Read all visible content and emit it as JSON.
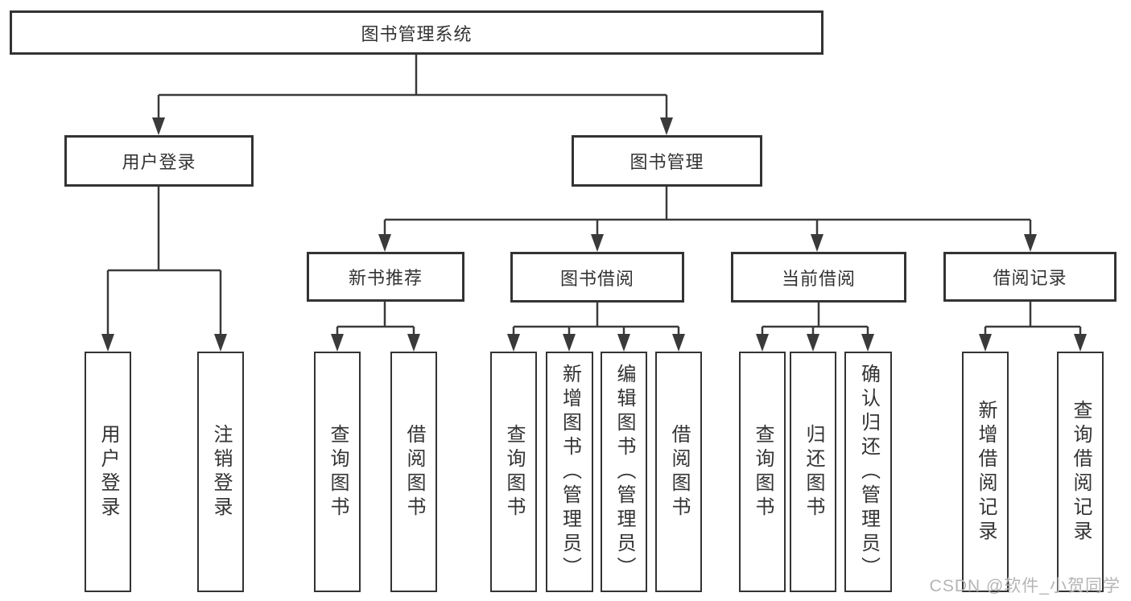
{
  "diagram": {
    "root": {
      "label": "图书管理系统"
    },
    "branches": [
      {
        "label": "用户登录",
        "children": [
          {
            "label": "用户登录"
          },
          {
            "label": "注销登录"
          }
        ]
      },
      {
        "label": "图书管理",
        "children": [
          {
            "label": "新书推荐",
            "children": [
              {
                "label": "查询图书"
              },
              {
                "label": "借阅图书"
              }
            ]
          },
          {
            "label": "图书借阅",
            "children": [
              {
                "label": "查询图书"
              },
              {
                "label": "新增图书（管理员）"
              },
              {
                "label": "编辑图书（管理员）"
              },
              {
                "label": "借阅图书"
              }
            ]
          },
          {
            "label": "当前借阅",
            "children": [
              {
                "label": "查询图书"
              },
              {
                "label": "归还图书"
              },
              {
                "label": "确认归还（管理员）"
              }
            ]
          },
          {
            "label": "借阅记录",
            "children": [
              {
                "label": "新增借阅记录"
              },
              {
                "label": "查询借阅记录"
              }
            ]
          }
        ]
      }
    ]
  },
  "watermark": {
    "text": "CSDN @软件_小贺同学"
  },
  "colors": {
    "line": "#3a3a3a",
    "border": "#333333",
    "text": "#333333",
    "watermark": "#b5b5b5",
    "background": "#ffffff"
  }
}
